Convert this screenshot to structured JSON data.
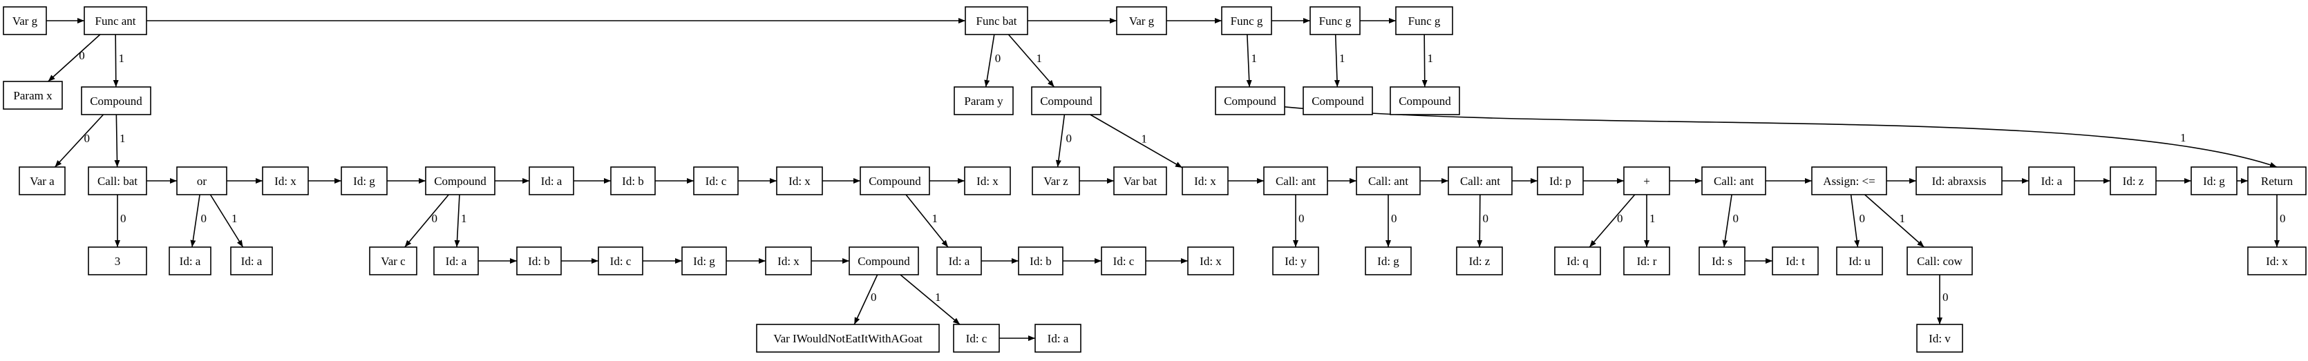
{
  "nodes": {
    "n_varg1": "Var g",
    "n_funcant": "Func ant",
    "n_paramx": "Param x",
    "n_compound1": "Compound",
    "n_vara": "Var a",
    "n_callbat": "Call: bat",
    "n_3": "3",
    "n_or": "or",
    "n_ida1": "Id: a",
    "n_ida2": "Id: a",
    "n_idx1": "Id: x",
    "n_idg1": "Id: g",
    "n_compound2": "Compound",
    "n_varc": "Var c",
    "n_ida3": "Id: a",
    "n_idb1": "Id: b",
    "n_idc1": "Id: c",
    "n_idg2": "Id: g",
    "n_idx2": "Id: x",
    "n_compound3": "Compound",
    "n_varlong": "Var IWouldNotEatItWithAGoat",
    "n_idc2": "Id: c",
    "n_ida4": "Id: a",
    "n_ida5": "Id: a",
    "n_idb2": "Id: b",
    "n_idc3": "Id: c",
    "n_idx3": "Id: x",
    "n_compound4": "Compound",
    "n_ida6": "Id: a",
    "n_idb3": "Id: b",
    "n_idc4": "Id: c",
    "n_idx4": "Id: x",
    "n_idx5": "Id: x",
    "n_funcbat": "Func bat",
    "n_paramy": "Param y",
    "n_compound5": "Compound",
    "n_varz": "Var z",
    "n_varbat": "Var bat",
    "n_idx6": "Id: x",
    "n_callant1": "Call: ant",
    "n_idy": "Id: y",
    "n_callant2": "Call: ant",
    "n_idg3": "Id: g",
    "n_callant3": "Call: ant",
    "n_idz1": "Id: z",
    "n_idp": "Id: p",
    "n_plus": "+",
    "n_idq": "Id: q",
    "n_idr": "Id: r",
    "n_callant4": "Call: ant",
    "n_ids": "Id: s",
    "n_idt": "Id: t",
    "n_assign": "Assign: <=",
    "n_idu": "Id: u",
    "n_callcow": "Call: cow",
    "n_idv": "Id: v",
    "n_idabraxsis": "Id: abraxsis",
    "n_ida7": "Id: a",
    "n_idz2": "Id: z",
    "n_idg4": "Id: g",
    "n_return": "Return",
    "n_idx7": "Id: x",
    "n_varg2": "Var g",
    "n_funcg1": "Func g",
    "n_compound6": "Compound",
    "n_funcg2": "Func g",
    "n_compound7": "Compound",
    "n_funcg3": "Func g",
    "n_compound8": "Compound"
  },
  "edges": [
    {
      "from": "n_varg1",
      "to": "n_funcant",
      "label": ""
    },
    {
      "from": "n_funcant",
      "to": "n_paramx",
      "label": "0"
    },
    {
      "from": "n_funcant",
      "to": "n_compound1",
      "label": "1"
    },
    {
      "from": "n_funcant",
      "to": "n_funcbat",
      "label": ""
    },
    {
      "from": "n_compound1",
      "to": "n_vara",
      "label": "0"
    },
    {
      "from": "n_compound1",
      "to": "n_callbat",
      "label": "1"
    },
    {
      "from": "n_callbat",
      "to": "n_3",
      "label": "0"
    },
    {
      "from": "n_callbat",
      "to": "n_or",
      "label": ""
    },
    {
      "from": "n_or",
      "to": "n_ida1",
      "label": "0"
    },
    {
      "from": "n_or",
      "to": "n_ida2",
      "label": "1"
    },
    {
      "from": "n_or",
      "to": "n_idx1",
      "label": ""
    },
    {
      "from": "n_idx1",
      "to": "n_idg1",
      "label": ""
    },
    {
      "from": "n_idg1",
      "to": "n_compound2",
      "label": ""
    },
    {
      "from": "n_compound2",
      "to": "n_varc",
      "label": "0"
    },
    {
      "from": "n_compound2",
      "to": "n_ida3",
      "label": "1"
    },
    {
      "from": "n_ida3",
      "to": "n_idb1",
      "label": ""
    },
    {
      "from": "n_idb1",
      "to": "n_idc1",
      "label": ""
    },
    {
      "from": "n_idc1",
      "to": "n_idg2",
      "label": ""
    },
    {
      "from": "n_idg2",
      "to": "n_idx2",
      "label": ""
    },
    {
      "from": "n_idx2",
      "to": "n_compound3",
      "label": ""
    },
    {
      "from": "n_compound3",
      "to": "n_varlong",
      "label": "0"
    },
    {
      "from": "n_compound3",
      "to": "n_idc2",
      "label": "1"
    },
    {
      "from": "n_idc2",
      "to": "n_ida4",
      "label": ""
    },
    {
      "from": "n_compound2",
      "to": "n_ida5",
      "label": ""
    },
    {
      "from": "n_ida5",
      "to": "n_idb2",
      "label": ""
    },
    {
      "from": "n_idb2",
      "to": "n_idc3",
      "label": ""
    },
    {
      "from": "n_idc3",
      "to": "n_idx3",
      "label": ""
    },
    {
      "from": "n_idx3",
      "to": "n_compound4",
      "label": ""
    },
    {
      "from": "n_compound4",
      "to": "n_ida6",
      "label": "1"
    },
    {
      "from": "n_ida6",
      "to": "n_idb3",
      "label": ""
    },
    {
      "from": "n_idb3",
      "to": "n_idc4",
      "label": ""
    },
    {
      "from": "n_idc4",
      "to": "n_idx4",
      "label": ""
    },
    {
      "from": "n_compound4",
      "to": "n_idx5",
      "label": ""
    },
    {
      "from": "n_funcbat",
      "to": "n_paramy",
      "label": "0"
    },
    {
      "from": "n_funcbat",
      "to": "n_compound5",
      "label": "1"
    },
    {
      "from": "n_funcbat",
      "to": "n_varg2",
      "label": ""
    },
    {
      "from": "n_compound5",
      "to": "n_varz",
      "label": "0"
    },
    {
      "from": "n_compound5",
      "to": "n_idx6",
      "label": "1"
    },
    {
      "from": "n_varz",
      "to": "n_varbat",
      "label": ""
    },
    {
      "from": "n_idx6",
      "to": "n_callant1",
      "label": ""
    },
    {
      "from": "n_callant1",
      "to": "n_idy",
      "label": "0"
    },
    {
      "from": "n_callant1",
      "to": "n_callant2",
      "label": ""
    },
    {
      "from": "n_callant2",
      "to": "n_idg3",
      "label": "0"
    },
    {
      "from": "n_callant2",
      "to": "n_callant3",
      "label": ""
    },
    {
      "from": "n_callant3",
      "to": "n_idz1",
      "label": "0"
    },
    {
      "from": "n_callant3",
      "to": "n_idp",
      "label": ""
    },
    {
      "from": "n_idp",
      "to": "n_plus",
      "label": ""
    },
    {
      "from": "n_plus",
      "to": "n_idq",
      "label": "0"
    },
    {
      "from": "n_plus",
      "to": "n_idr",
      "label": "1"
    },
    {
      "from": "n_plus",
      "to": "n_callant4",
      "label": ""
    },
    {
      "from": "n_callant4",
      "to": "n_ids",
      "label": "0"
    },
    {
      "from": "n_ids",
      "to": "n_idt",
      "label": ""
    },
    {
      "from": "n_callant4",
      "to": "n_assign",
      "label": ""
    },
    {
      "from": "n_assign",
      "to": "n_idu",
      "label": "0"
    },
    {
      "from": "n_assign",
      "to": "n_callcow",
      "label": "1"
    },
    {
      "from": "n_callcow",
      "to": "n_idv",
      "label": "0"
    },
    {
      "from": "n_assign",
      "to": "n_idabraxsis",
      "label": ""
    },
    {
      "from": "n_idabraxsis",
      "to": "n_ida7",
      "label": ""
    },
    {
      "from": "n_ida7",
      "to": "n_idz2",
      "label": ""
    },
    {
      "from": "n_idz2",
      "to": "n_idg4",
      "label": ""
    },
    {
      "from": "n_idg4",
      "to": "n_return",
      "label": ""
    },
    {
      "from": "n_return",
      "to": "n_idx7",
      "label": "0"
    },
    {
      "from": "n_varg2",
      "to": "n_funcg1",
      "label": ""
    },
    {
      "from": "n_funcg1",
      "to": "n_compound6",
      "label": "1"
    },
    {
      "from": "n_funcg1",
      "to": "n_funcg2",
      "label": ""
    },
    {
      "from": "n_funcg2",
      "to": "n_compound7",
      "label": "1"
    },
    {
      "from": "n_funcg2",
      "to": "n_funcg3",
      "label": ""
    },
    {
      "from": "n_funcg3",
      "to": "n_compound8",
      "label": "1"
    },
    {
      "from": "n_compound6",
      "to": "n_return",
      "label": "1"
    }
  ]
}
